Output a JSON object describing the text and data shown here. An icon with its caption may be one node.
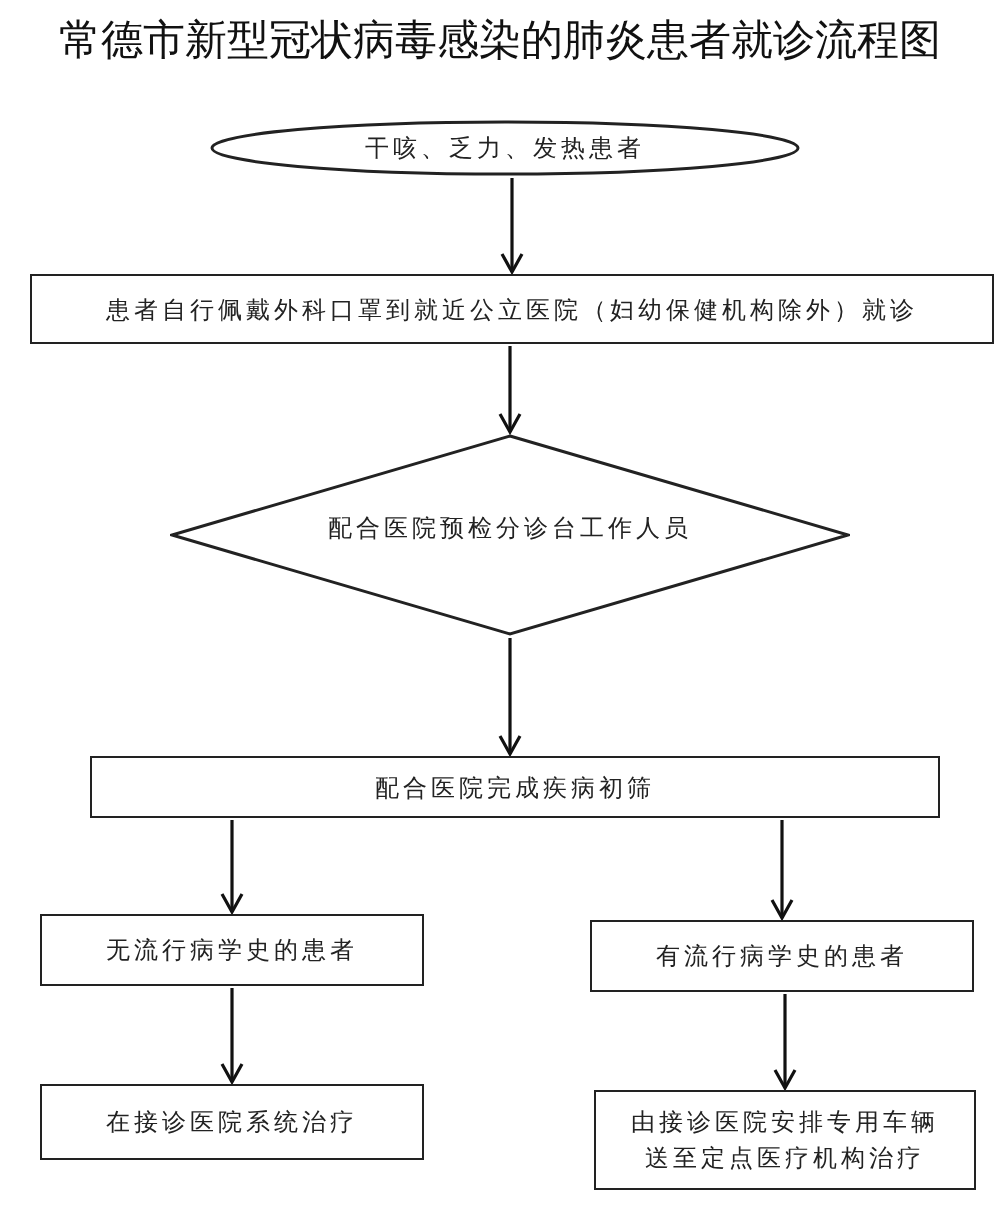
{
  "diagram": {
    "title": "常德市新型冠状病毒感染的肺炎患者就诊流程图",
    "nodes": [
      {
        "text": [
          "干咳、乏力、发热患者"
        ]
      },
      {
        "text": [
          "患者自行佩戴外科口罩到就近公立医院（妇幼保健机构除外）就诊"
        ]
      },
      {
        "text": [
          "配合医院预检分诊台工作人员"
        ]
      },
      {
        "text": [
          "配合医院完成疾病初筛"
        ]
      },
      {
        "text": [
          "无流行病学史的患者"
        ]
      },
      {
        "text": [
          "有流行病学史的患者"
        ]
      },
      {
        "text": [
          "在接诊医院系统治疗"
        ]
      },
      {
        "text": [
          "由接诊医院安排专用车辆送至定点医疗机构治疗"
        ]
      }
    ],
    "edges": [
      {
        "from": 0,
        "to": 1,
        "arrow": "to"
      },
      {
        "from": 1,
        "to": 2,
        "arrow": "to"
      },
      {
        "from": 2,
        "to": 3,
        "arrow": "to"
      },
      {
        "from": 3,
        "to": 4,
        "arrow": "to"
      },
      {
        "from": 3,
        "to": 5,
        "arrow": "to"
      },
      {
        "from": 4,
        "to": 6,
        "arrow": "to"
      },
      {
        "from": 5,
        "to": 7,
        "arrow": "to"
      }
    ]
  }
}
